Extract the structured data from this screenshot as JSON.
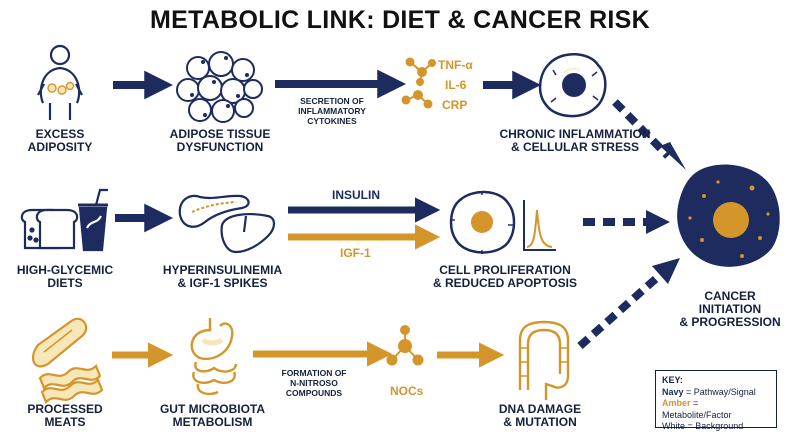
{
  "title": "METABOLIC LINK: DIET & CANCER RISK",
  "colors": {
    "navy": "#1d2b5e",
    "amber": "#d4952b",
    "white": "#ffffff",
    "cell": "#f6e6b8"
  },
  "row1": {
    "excess": [
      "EXCESS",
      "ADIPOSITY"
    ],
    "adipose": [
      "ADIPOSE TISSUE",
      "DYSFUNCTION"
    ],
    "secretion": [
      "SECRETION OF",
      "INFLAMMATORY",
      "CYTOKINES"
    ],
    "cytokines": [
      "TNF-α",
      "IL-6",
      "CRP"
    ],
    "chronic": [
      "CHRONIC INFLAMMATION",
      "& CELLULAR STRESS"
    ]
  },
  "row2": {
    "diets": [
      "HIGH-GLYCEMIC",
      "DIETS"
    ],
    "hyper": [
      "HYPERINSULINEMIA",
      "& IGF-1 SPIKES"
    ],
    "insulin": "INSULIN",
    "igf": "IGF-1",
    "prolif": [
      "CELL PROLIFERATION",
      "& REDUCED APOPTOSIS"
    ]
  },
  "row3": {
    "meats": [
      "PROCESSED",
      "MEATS"
    ],
    "gut": [
      "GUT MICROBIOTA",
      "METABOLISM"
    ],
    "formation": [
      "FORMATION OF",
      "N-NITROSO",
      "COMPOUNDS"
    ],
    "nocs": "NOCs",
    "dna": [
      "DNA DAMAGE",
      "& MUTATION"
    ]
  },
  "cancer": [
    "CANCER",
    "INITIATION",
    "& PROGRESSION"
  ],
  "key": {
    "heading": "KEY:",
    "navy_word": "Navy",
    "navy_rest": " = Pathway/Signal",
    "amber_word": "Amber",
    "amber_rest": " = Metabolite/Factor",
    "white_line": "White = Background"
  },
  "icons": [
    "person-icon",
    "fat-cells-icon",
    "molecule-icon",
    "inflamed-cell-icon",
    "bread-icon",
    "soda-cup-icon",
    "pancreas-icon",
    "liver-icon",
    "dividing-cell-icon",
    "spike-graph-icon",
    "sausage-bacon-icon",
    "stomach-intestine-icon",
    "noc-molecule-icon",
    "colon-icon",
    "cancer-cell-icon"
  ]
}
